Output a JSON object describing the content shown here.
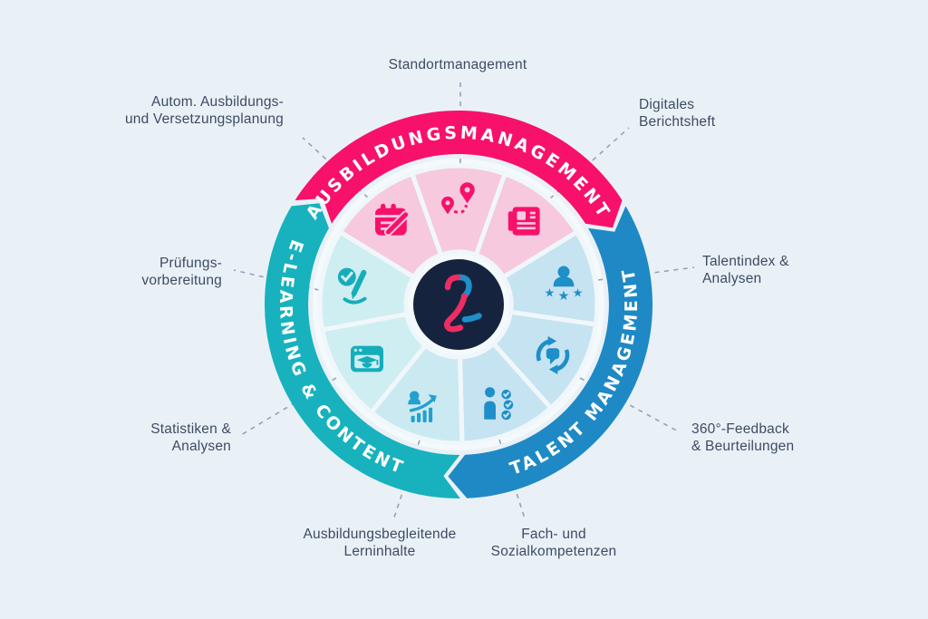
{
  "background_color": "#e9f1f7",
  "disc_color": "#f4fafc",
  "center_logo": {
    "character": "2",
    "circle_color": "#16233f",
    "pink": "#ee2d63",
    "blue": "#1f8fc9"
  },
  "arcs": [
    {
      "id": "ausbildungsmanagement",
      "label": "AUSBILDUNGSMANAGEMENT",
      "color": "#f7116b"
    },
    {
      "id": "talent-management",
      "label": "TALENT MANAGEMENT",
      "color": "#1e89c5"
    },
    {
      "id": "elearning-content",
      "label": "E-LEARNING & CONTENT",
      "color": "#17b2bd"
    }
  ],
  "wedges": [
    {
      "icon": "calendar-planning-icon",
      "fill": "#f6c9de",
      "icon_color": "#f7116b"
    },
    {
      "icon": "route-locations-icon",
      "fill": "#f6c9de",
      "icon_color": "#f7116b"
    },
    {
      "icon": "report-document-icon",
      "fill": "#f6c9de",
      "icon_color": "#f7116b"
    },
    {
      "icon": "talent-person-stars-icon",
      "fill": "#c6e3f1",
      "icon_color": "#1e8fc9"
    },
    {
      "icon": "feedback-sync-bubble-icon",
      "fill": "#c6e3f1",
      "icon_color": "#1e8fc9"
    },
    {
      "icon": "competencies-person-checks-icon",
      "fill": "#c6e3f1",
      "icon_color": "#1e8fc9"
    },
    {
      "icon": "growth-chart-person-icon",
      "fill": "#cbe9f1",
      "icon_color": "#22a0cf"
    },
    {
      "icon": "elearning-browser-cap-icon",
      "fill": "#cfeef2",
      "icon_color": "#16adbb"
    },
    {
      "icon": "exam-check-pen-icon",
      "fill": "#cfeef2",
      "icon_color": "#16adbb"
    }
  ],
  "callouts": {
    "standortmanagement": {
      "line1": "Standortmanagement"
    },
    "autom_planung": {
      "line1": "Autom. Ausbildungs-",
      "line2": "und Versetzungsplanung"
    },
    "digitales_berichtsheft": {
      "line1": "Digitales",
      "line2": "Berichtsheft"
    },
    "pruefungsvorbereitung": {
      "line1": "Prüfungs-",
      "line2": "vorbereitung"
    },
    "talentindex": {
      "line1": "Talentindex &",
      "line2": "Analysen"
    },
    "statistiken": {
      "line1": "Statistiken &",
      "line2": "Analysen"
    },
    "feedback360": {
      "line1": "360°-Feedback",
      "line2": "& Beurteilungen"
    },
    "lerninhalte": {
      "line1": "Ausbildungsbegleitende",
      "line2": "Lerninhalte"
    },
    "kompetenzen": {
      "line1": "Fach- und",
      "line2": "Sozialkompetenzen"
    }
  }
}
